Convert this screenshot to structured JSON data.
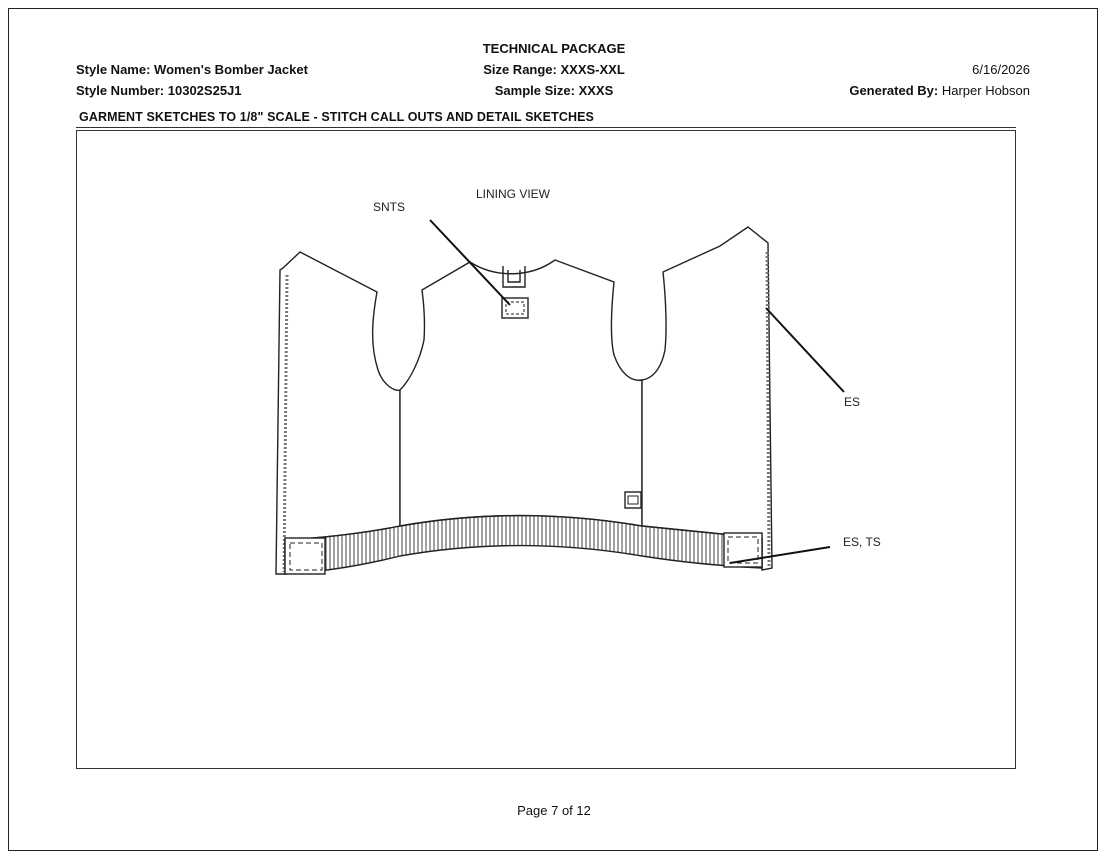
{
  "header": {
    "title": "TECHNICAL PACKAGE",
    "style_name_label": "Style Name:",
    "style_name_value": "Women's Bomber Jacket",
    "style_number_label": "Style Number:",
    "style_number_value": "10302S25J1",
    "size_range_label": "Size Range:",
    "size_range_value": "XXXS-XXL",
    "sample_size_label": "Sample Size:",
    "sample_size_value": "XXXS",
    "date": "6/16/2026",
    "generated_by_label": "Generated By:",
    "generated_by_value": "Harper Hobson"
  },
  "section": {
    "title": "GARMENT SKETCHES TO 1/8\" SCALE - STITCH CALL OUTS AND DETAIL SKETCHES"
  },
  "sketch": {
    "view_label": "LINING VIEW",
    "callouts": [
      "SNTS",
      "ES",
      "ES, TS"
    ]
  },
  "footer": {
    "page": "Page 7 of 12"
  }
}
